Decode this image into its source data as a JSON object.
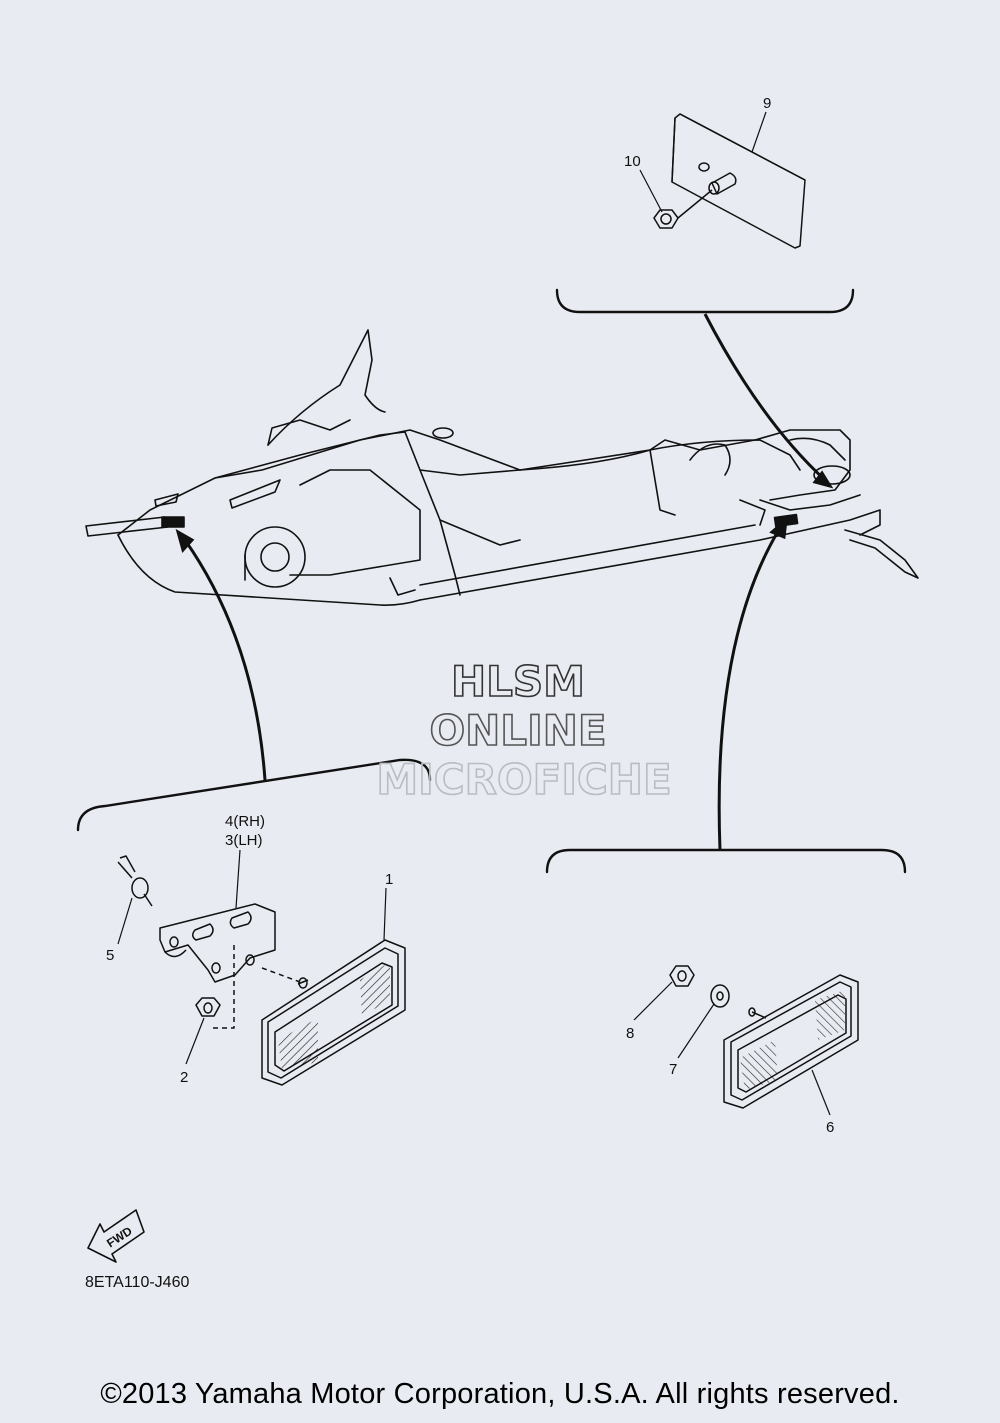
{
  "diagram": {
    "callouts": {
      "c1": "1",
      "c2": "2",
      "c34_rh": "4(RH)",
      "c34_lh": "3(LH)",
      "c5": "5",
      "c6": "6",
      "c7": "7",
      "c8": "8",
      "c9": "9",
      "c10": "10"
    },
    "fwd_label": "FWD",
    "part_code": "8ETA110-J460"
  },
  "watermark": {
    "line1": "HLSM",
    "line2": "ONLINE",
    "line3": "MICROFICHE"
  },
  "footer": {
    "copyright": "©2013 Yamaha Motor Corporation, U.S.A. All rights reserved."
  },
  "colors": {
    "background": "#e8ebf1",
    "line": "#111111",
    "watermark_dark": "#333333",
    "watermark_light": "#b9bcc4"
  }
}
